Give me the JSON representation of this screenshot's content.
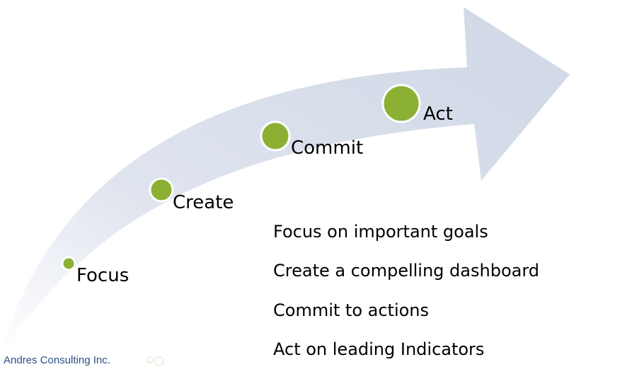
{
  "steps": [
    {
      "label": "Focus"
    },
    {
      "label": "Create"
    },
    {
      "label": "Commit"
    },
    {
      "label": "Act"
    }
  ],
  "bullets": [
    "Focus on important goals",
    "Create a compelling dashboard",
    "Commit to actions",
    "Act on leading Indicators"
  ],
  "footer": {
    "logo_text": "Andres Consulting Inc."
  },
  "colors": {
    "arrow_fill": "#d1d8e6",
    "dot_fill": "#8cb033",
    "dot_ring": "#ffffff"
  }
}
